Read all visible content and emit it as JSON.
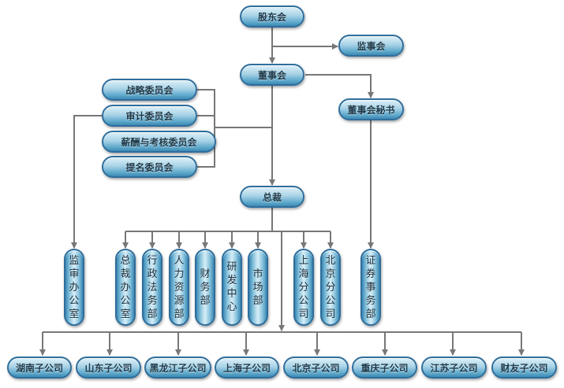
{
  "chart": {
    "title": "组织架构图",
    "colors": {
      "node_border": "#2f6e9c",
      "node_fill_light": "#dff0f8",
      "node_fill_dark": "#3c89b4",
      "connector": "#777777"
    },
    "nodes": {
      "gudonghui": "股东会",
      "jianshihui": "监事会",
      "dongshihui": "董事会",
      "zhanlue": "战略委员会",
      "shenji": "审计委员会",
      "xinchou": "薪酬与考核委员会",
      "timing": "提名委员会",
      "mishu": "董事会秘书",
      "zongcai": "总裁",
      "jianshen_office": "监审办公室",
      "zongcai_office": "总裁办公室",
      "xingzheng": "行政法务部",
      "renli": "人力资源部",
      "caiwu": "财务部",
      "yanfa": "研发中心",
      "shichang": "市场部",
      "shanghai_branch": "上海分公司",
      "beijing_branch": "北京分公司",
      "zhengquan": "证券事务部",
      "hunan_sub": "湖南子公司",
      "shandong_sub": "山东子公司",
      "heilongjiang_sub": "黑龙江子公司",
      "shanghai_sub": "上海子公司",
      "beijing_sub": "北京子公司",
      "chongqing_sub": "重庆子公司",
      "jiangsu_sub": "江苏子公司",
      "caiyou_sub": "财友子公司"
    },
    "edges": [
      [
        "gudonghui",
        "dongshihui"
      ],
      [
        "gudonghui",
        "jianshihui"
      ],
      [
        "dongshihui",
        "mishu"
      ],
      [
        "dongshihui",
        "zongcai"
      ],
      [
        "zhanlue",
        "dongshihui"
      ],
      [
        "shenji",
        "dongshihui"
      ],
      [
        "xinchou",
        "dongshihui"
      ],
      [
        "timing",
        "dongshihui"
      ],
      [
        "shenji",
        "jianshen_office"
      ],
      [
        "mishu",
        "zhengquan"
      ],
      [
        "zongcai",
        "zongcai_office"
      ],
      [
        "zongcai",
        "xingzheng"
      ],
      [
        "zongcai",
        "renli"
      ],
      [
        "zongcai",
        "caiwu"
      ],
      [
        "zongcai",
        "yanfa"
      ],
      [
        "zongcai",
        "shichang"
      ],
      [
        "zongcai",
        "shanghai_branch"
      ],
      [
        "zongcai",
        "beijing_branch"
      ],
      [
        "zongcai",
        "hunan_sub"
      ],
      [
        "zongcai",
        "shandong_sub"
      ],
      [
        "zongcai",
        "heilongjiang_sub"
      ],
      [
        "zongcai",
        "shanghai_sub"
      ],
      [
        "zongcai",
        "beijing_sub"
      ],
      [
        "zongcai",
        "chongqing_sub"
      ],
      [
        "zongcai",
        "jiangsu_sub"
      ],
      [
        "zongcai",
        "caiyou_sub"
      ]
    ]
  }
}
